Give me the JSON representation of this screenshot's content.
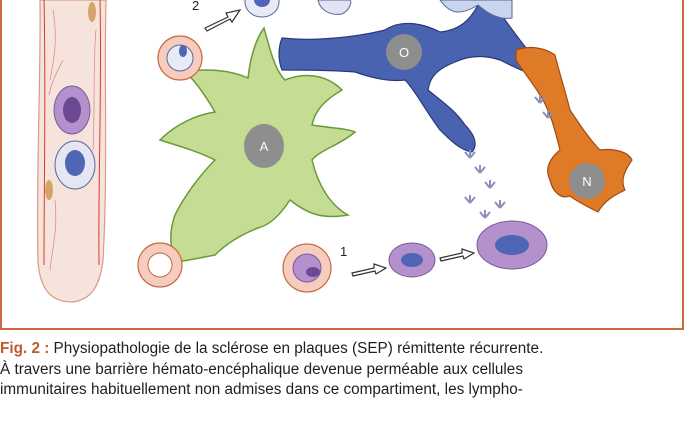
{
  "figure": {
    "cells": {
      "astrocyte": "A",
      "oligodendrocyte": "O",
      "neuron": "N"
    },
    "steps": {
      "step_1": "1",
      "step_2": "2"
    },
    "colors": {
      "frame": "#c86a3e",
      "astrocyte": "#c5dc95",
      "oligodendrocyte": "#4a63b0",
      "neuron": "#df7a26",
      "lymphocyte": "#a77fc3",
      "vessel": "#f6e4dc"
    }
  },
  "caption": {
    "label": "Fig. 2 :",
    "line1": " Physiopathologie de la sclérose en plaques (SEP) rémittente récurrente.",
    "line2": "À travers une barrière hémato-encéphalique devenue perméable aux cellules",
    "line3": "immunitaires habituellement non admises dans ce compartiment, les lympho-"
  }
}
